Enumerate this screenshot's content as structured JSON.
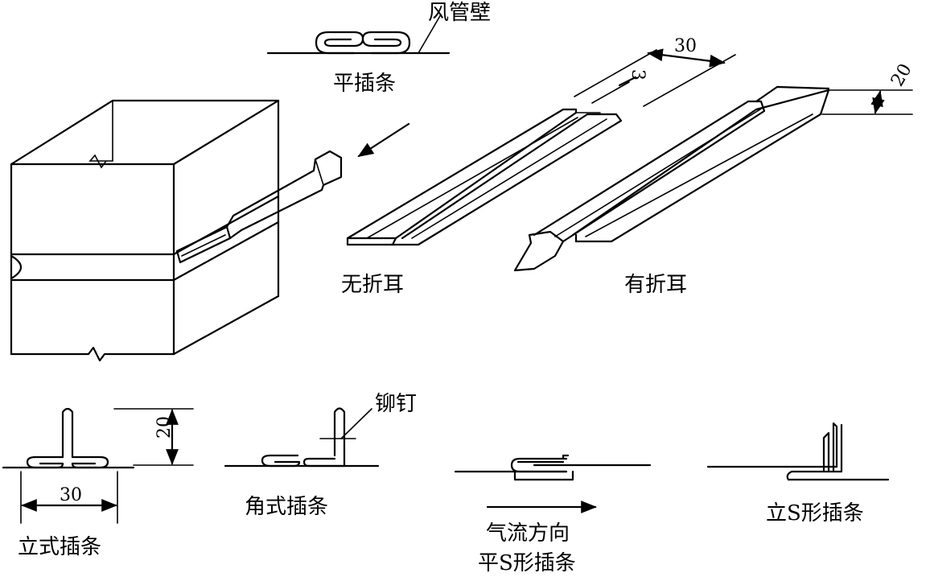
{
  "labels": {
    "duct_wall": "风管壁",
    "flat_strip": "平插条",
    "no_ear": "无折耳",
    "with_ear": "有折耳",
    "rivet": "铆钉",
    "vertical_strip": "立式插条",
    "angle_strip": "角式插条",
    "airflow_direction": "气流方向",
    "flat_s_strip": "平S形插条",
    "vertical_s_strip": "立S形插条"
  },
  "dimensions": {
    "width_30_top": "30",
    "thickness_3": "3",
    "ear_20": "20",
    "height_20": "20",
    "width_30_bottom": "30"
  }
}
